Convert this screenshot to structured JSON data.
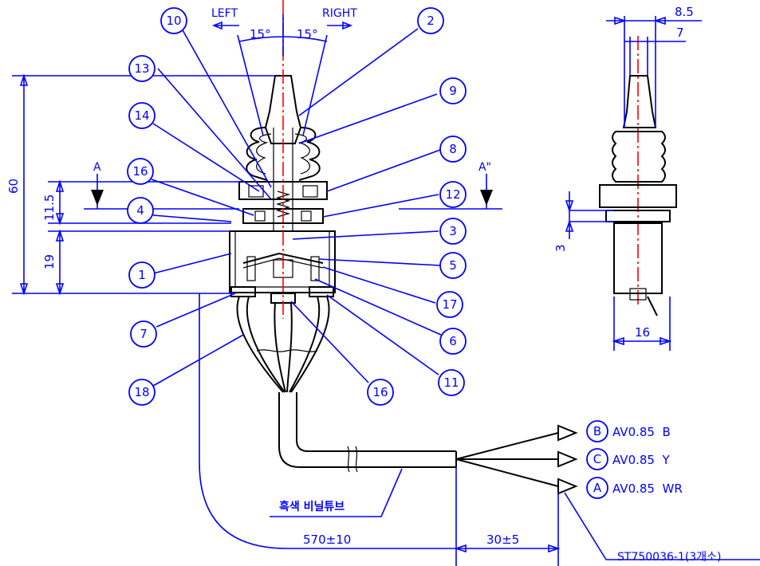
{
  "labels": {
    "left": "LEFT",
    "right": "RIGHT",
    "angle_left": "15°",
    "angle_right": "15°",
    "section_a": "A",
    "section_a2": "A\"",
    "tube_note": "흑색 비닐튜브",
    "terminal_note": "ST750036-1(3개소)"
  },
  "dimensions": {
    "overall_height": "60",
    "upper_height": "11.5",
    "body_height": "19",
    "cable_length": "570±10",
    "lead_length": "30±5",
    "side_width_outer": "8.5",
    "side_width_inner": "7",
    "side_gap": "3",
    "side_body_width": "16"
  },
  "balloons": [
    "10",
    "2",
    "13",
    "9",
    "14",
    "8",
    "16",
    "12",
    "4",
    "3",
    "1",
    "5",
    "17",
    "7",
    "6",
    "11",
    "18",
    "16"
  ],
  "wires": [
    {
      "mark": "B",
      "spec": "AV0.85  B"
    },
    {
      "mark": "C",
      "spec": "AV0.85  Y"
    },
    {
      "mark": "A",
      "spec": "AV0.85  WR"
    }
  ],
  "colors": {
    "outline": "#000000",
    "dimension": "#0000ff",
    "centerline": "#ff0000"
  }
}
